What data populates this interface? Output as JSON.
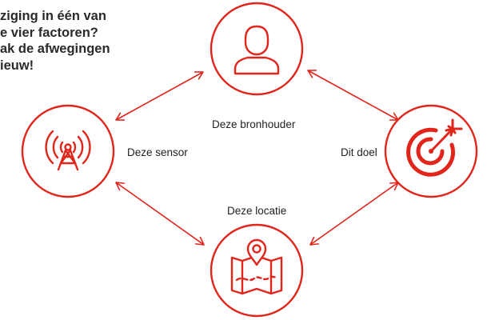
{
  "note": {
    "lines": [
      "ziging in één van",
      "e vier factoren?",
      "ak de afwegingen",
      "ieuw!"
    ]
  },
  "nodes": {
    "bronhouder": {
      "label": "Deze bronhouder",
      "icon": "person-icon"
    },
    "sensor": {
      "label": "Deze sensor",
      "icon": "antenna-icon"
    },
    "doel": {
      "label": "Dit doel",
      "icon": "target-icon"
    },
    "locatie": {
      "label": "Deze locatie",
      "icon": "map-pin-icon"
    }
  },
  "colors": {
    "accent": "#e1251b",
    "text": "#222222"
  }
}
